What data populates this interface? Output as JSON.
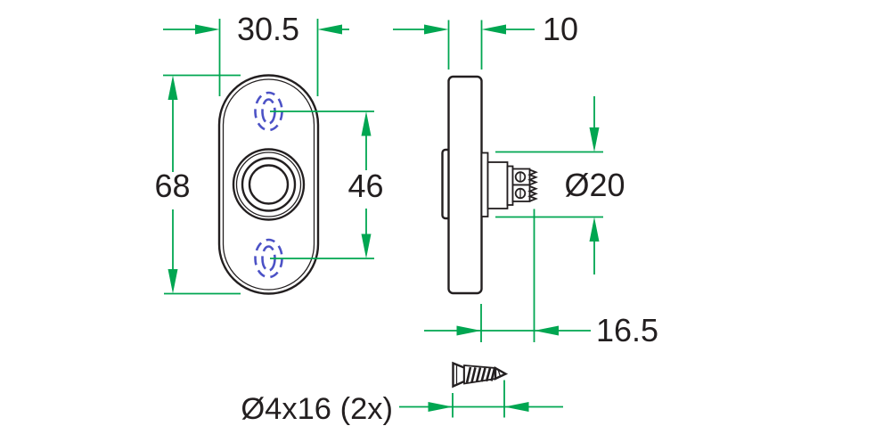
{
  "drawing": {
    "labels": {
      "plate_width": "30.5",
      "plate_thickness": "10",
      "plate_height": "68",
      "hole_spacing": "46",
      "button_diameter": "Ø20",
      "mounting_depth": "16.5",
      "screw_spec": "Ø4x16 (2x)"
    },
    "colors": {
      "dimension_green": "#00A651",
      "outline_black": "#231F20",
      "hidden_hole_blue": "#4C52C6",
      "background": "#FFFFFF"
    }
  }
}
